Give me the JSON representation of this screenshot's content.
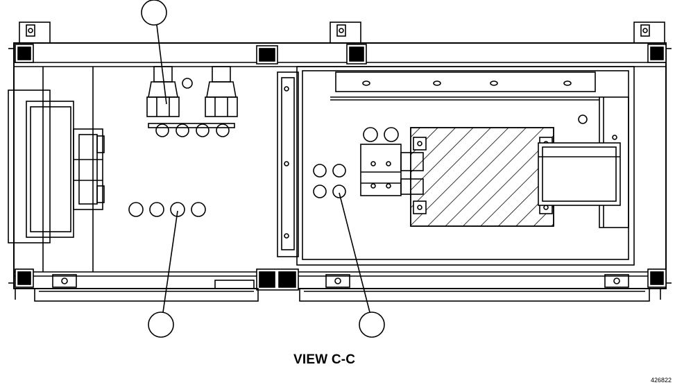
{
  "view_label": "VIEW C-C",
  "figure_id": "426822",
  "colors": {
    "line": "#000000",
    "background": "#ffffff"
  },
  "callouts": [
    "callout-top",
    "callout-bottom-left",
    "callout-bottom-right"
  ]
}
